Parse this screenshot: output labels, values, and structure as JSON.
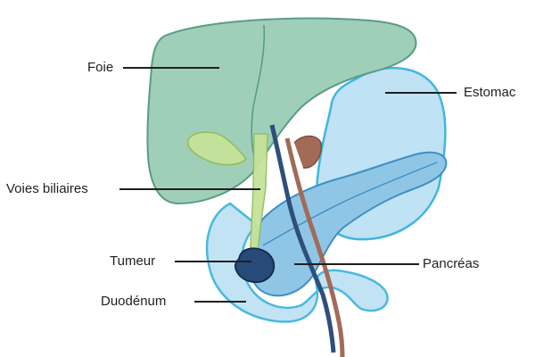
{
  "labels": {
    "foie": "Foie",
    "estomac": "Estomac",
    "voies_biliaires": "Voies biliaires",
    "tumeur": "Tumeur",
    "pancreas": "Pancréas",
    "duodenum": "Duodénum"
  },
  "colors": {
    "liver_fill": "#9fcfb9",
    "liver_stroke": "#5a9c84",
    "stomach_fill": "#bfe2f4",
    "stomach_stroke": "#3fb6e0",
    "bile_fill": "#c6e29a",
    "bile_stroke": "#8fbf55",
    "pancreas_fill": "#8fc6e6",
    "pancreas_stroke": "#3e8fc4",
    "duodenum_fill": "#bfe2f4",
    "tumor_fill": "#274a78",
    "vessel_blue": "#2e4f7c",
    "vessel_brown": "#a36a58",
    "leader_line": "#1f1f1f"
  }
}
